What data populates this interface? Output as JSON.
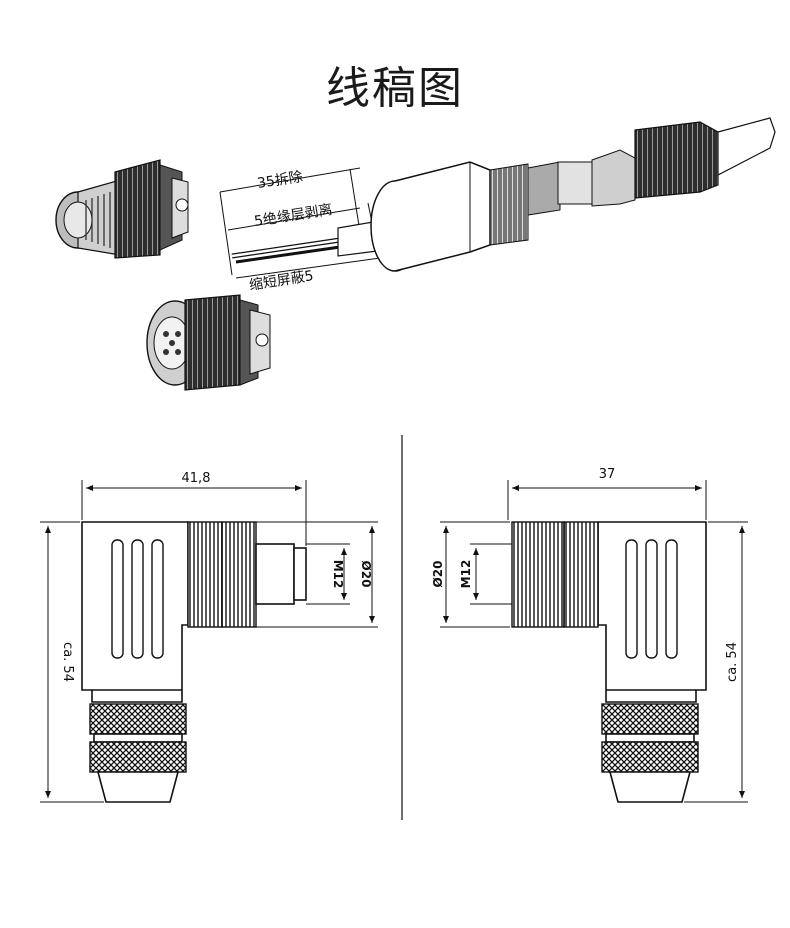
{
  "title": "线稿图",
  "assembly": {
    "labels": {
      "strip_length": "35拆除",
      "insulation_strip": "5绝缘层剥离",
      "shield_shorten": "缩短屏蔽5"
    }
  },
  "left_drawing": {
    "width_dim": "41,8",
    "height_dim": "ca. 54",
    "thread_dim": "M12",
    "diameter_dim": "Ø20"
  },
  "right_drawing": {
    "width_dim": "37",
    "height_dim": "ca. 54",
    "thread_dim": "M12",
    "diameter_dim": "Ø20"
  }
}
